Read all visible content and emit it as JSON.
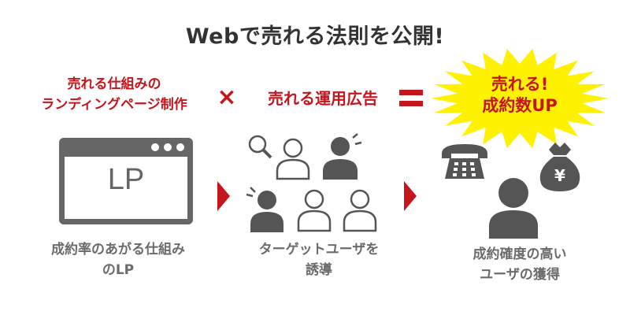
{
  "title": "Webで売れる法則を公開!",
  "formula": {
    "term1_line1": "売れる仕組みの",
    "term1_line2": "ランディングページ制作",
    "times_sign": "×",
    "term2": "売れる運用広告",
    "result_line1": "売れる!",
    "result_line2": "成約数UP"
  },
  "lp": {
    "label": "LP"
  },
  "captions": {
    "left_line1": "成約率のあがる仕組み",
    "left_line2": "のLP",
    "middle_line1": "ターゲットユーザを",
    "middle_line2": "誘導",
    "right_line1": "成約確度の高い",
    "right_line2": "ユーザの獲得"
  },
  "icons": {
    "window": "browser-window-icon",
    "search": "magnifier-icon",
    "user": "user-icon",
    "phone": "telephone-icon",
    "money": "money-bag-icon",
    "arrow": "triangle-arrow-icon"
  },
  "money_symbol": "¥",
  "colors": {
    "accent_red": "#c4161c",
    "gray_dark": "#666666",
    "gray_text": "#6b6b6b",
    "burst_yellow": "#fff200"
  }
}
